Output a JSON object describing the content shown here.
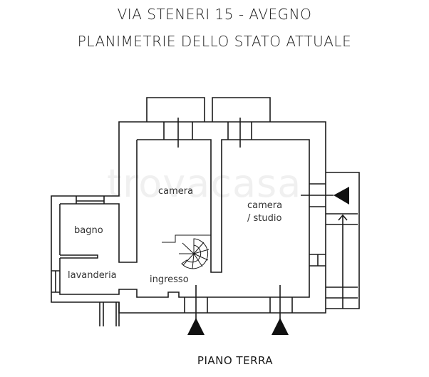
{
  "header": {
    "address": "VIA STENERI 15 - AVEGNO",
    "subtitle": "PLANIMETRIE DELLO STATO ATTUALE"
  },
  "rooms": {
    "camera": "camera",
    "studio_line1": "camera",
    "studio_line2": "/ studio",
    "bagno": "bagno",
    "lavanderia": "lavanderia",
    "ingresso": "ingresso"
  },
  "floor_label": "PIANO TERRA",
  "watermark": "trovacasa"
}
